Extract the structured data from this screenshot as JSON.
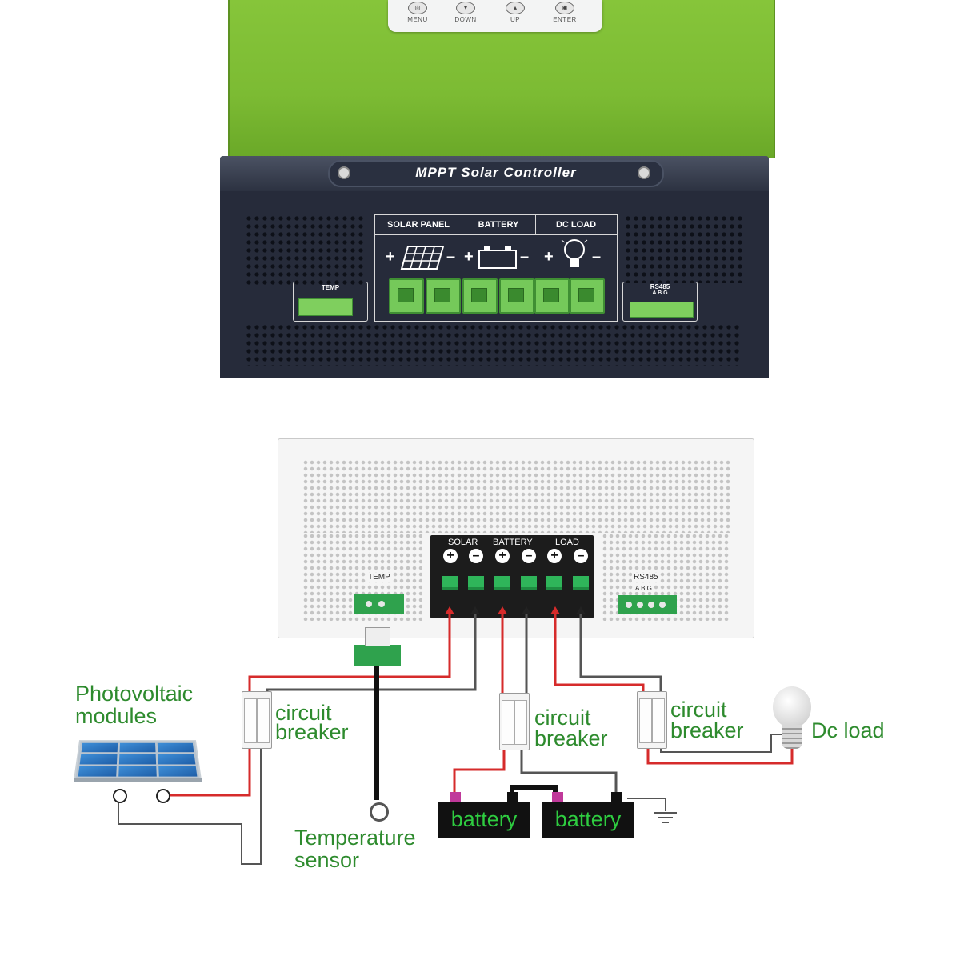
{
  "controller_photo": {
    "keys": [
      "MENU",
      "DOWN",
      "UP",
      "ENTER"
    ],
    "title": "MPPT Solar Controller",
    "terminal_headers": [
      "SOLAR PANEL",
      "BATTERY",
      "DC LOAD"
    ],
    "temp_label": "TEMP",
    "rs485_label": "RS485",
    "rs485_pins": "A B G"
  },
  "diagram": {
    "terminal_labels": [
      "SOLAR",
      "BATTERY",
      "LOAD"
    ],
    "temp_label": "TEMP",
    "rs485_label": "RS485",
    "rs485_pins": "A B G",
    "pv_label_line1": "Photovoltaic",
    "pv_label_line2": "modules",
    "breaker_line1": "circuit",
    "breaker_line2": "breaker",
    "temp_sensor_line1": "Temperature",
    "temp_sensor_line2": "sensor",
    "dc_load_label": "Dc load",
    "battery_label": "battery"
  },
  "colors": {
    "case_green": "#7cbb33",
    "front_navy": "#262b3a",
    "label_green": "#2e8b2e",
    "wire_red": "#d62b2b",
    "wire_black": "#333333"
  }
}
